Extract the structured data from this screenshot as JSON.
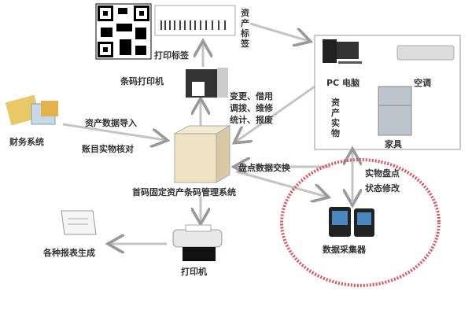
{
  "top": {
    "print_label": "打印标签",
    "asset_label": "资产标签",
    "barcode_printer": "条码打印机"
  },
  "center": {
    "system": "首码固定资产条码管理系统",
    "ops": [
      "变更、借用",
      "调拨、维修",
      "统计、报废"
    ]
  },
  "finance": {
    "name": "财务系统",
    "import": "资产数据导入",
    "reconcile": "账目实物核对"
  },
  "assets": {
    "pc": "PC 电脑",
    "ac": "空调",
    "furniture": "家具",
    "physical": "资产实物"
  },
  "collector": {
    "exchange": "盘点数据交换",
    "inventory": "实物盘点",
    "status": "状态修改",
    "name": "数据采集器"
  },
  "output": {
    "reports": "各种报表生成",
    "printer": "打印机"
  },
  "colors": {
    "highlight": "#e0505a",
    "arrow": "#bbbbbb"
  }
}
